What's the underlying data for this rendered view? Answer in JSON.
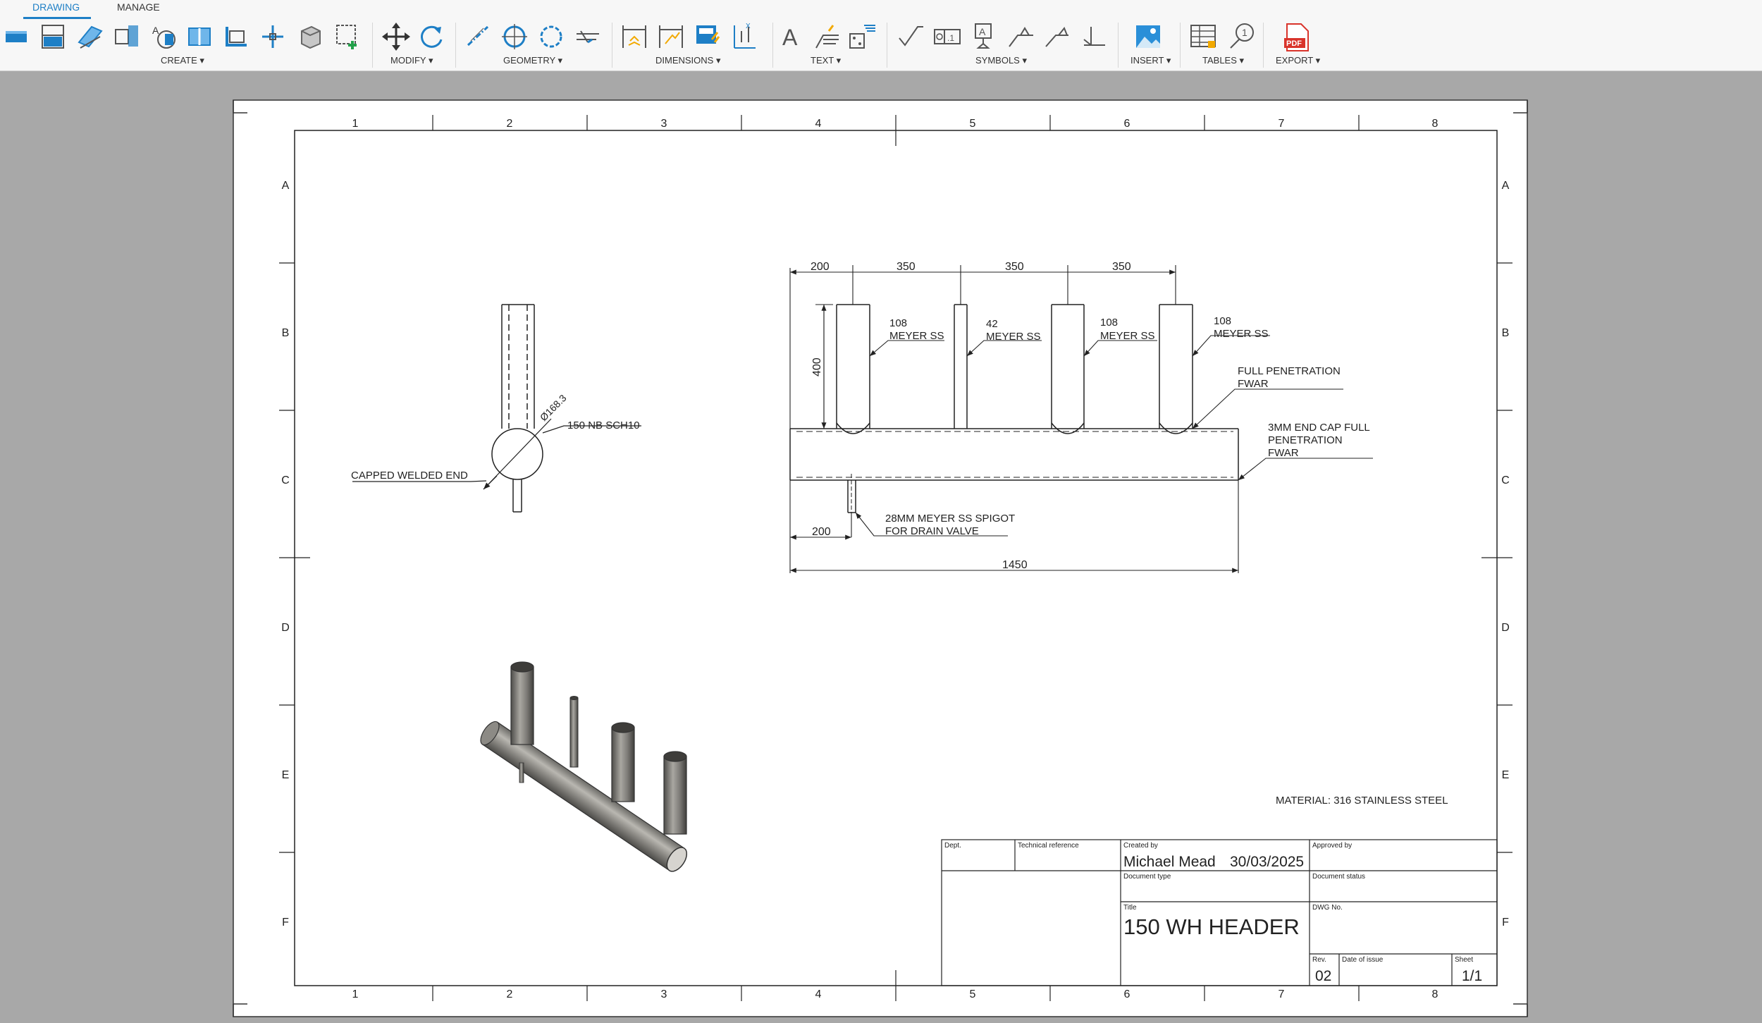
{
  "tabs": {
    "drawing": "DRAWING",
    "manage": "MANAGE"
  },
  "groups": {
    "create": "CREATE",
    "modify": "MODIFY",
    "geometry": "GEOMETRY",
    "dimensions": "DIMENSIONS",
    "text": "TEXT",
    "symbols": "SYMBOLS",
    "insert": "INSERT",
    "tables": "TABLES",
    "export": "EXPORT"
  },
  "toolbar_glyphs": {
    "text_tool": "A",
    "balloon": "1",
    "pdf": "PDF"
  },
  "colors": {
    "accent": "#1e7fc6",
    "pdf": "#d9342b",
    "insert_image": "#2a8fd8"
  },
  "sheet": {
    "columns": [
      "1",
      "2",
      "3",
      "4",
      "5",
      "6",
      "7",
      "8"
    ],
    "rows": [
      "A",
      "B",
      "C",
      "D",
      "E",
      "F"
    ]
  },
  "front_view": {
    "dims_top": [
      "200",
      "350",
      "350",
      "350"
    ],
    "dim_height": "400",
    "dim_drain_offset": "200",
    "dim_overall": "1450",
    "callouts": {
      "pipe1_size": "108",
      "pipe1_spec": "MEYER SS",
      "pipe2_size": "42",
      "pipe2_spec": "MEYER SS",
      "pipe3_size": "108",
      "pipe3_spec": "MEYER SS",
      "pipe4_size": "108",
      "pipe4_spec": "MEYER SS",
      "weld_line1": "FULL PENETRATION",
      "weld_line2": "FWAR",
      "endcap_line1": "3MM END CAP FULL",
      "endcap_line2": "PENETRATION",
      "endcap_line3": "FWAR",
      "drain_line1": "28MM MEYER SS SPIGOT",
      "drain_line2": "FOR DRAIN VALVE"
    }
  },
  "side_view": {
    "diameter": "Ø168.3",
    "pipe_spec": "150 NB SCH10",
    "end_note": "CAPPED WELDED END"
  },
  "material_note": "MATERIAL: 316 STAINLESS STEEL",
  "title_block": {
    "dept_label": "Dept.",
    "tech_ref_label": "Technical reference",
    "created_by_label": "Created by",
    "created_by": "Michael Mead",
    "created_date": "30/03/2025",
    "approved_by_label": "Approved by",
    "doc_type_label": "Document type",
    "doc_status_label": "Document status",
    "title_label": "Title",
    "title": "150 WH HEADER",
    "dwg_no_label": "DWG No.",
    "rev_label": "Rev.",
    "rev": "02",
    "date_issue_label": "Date of issue",
    "sheet_label": "Sheet",
    "sheet": "1/1"
  }
}
